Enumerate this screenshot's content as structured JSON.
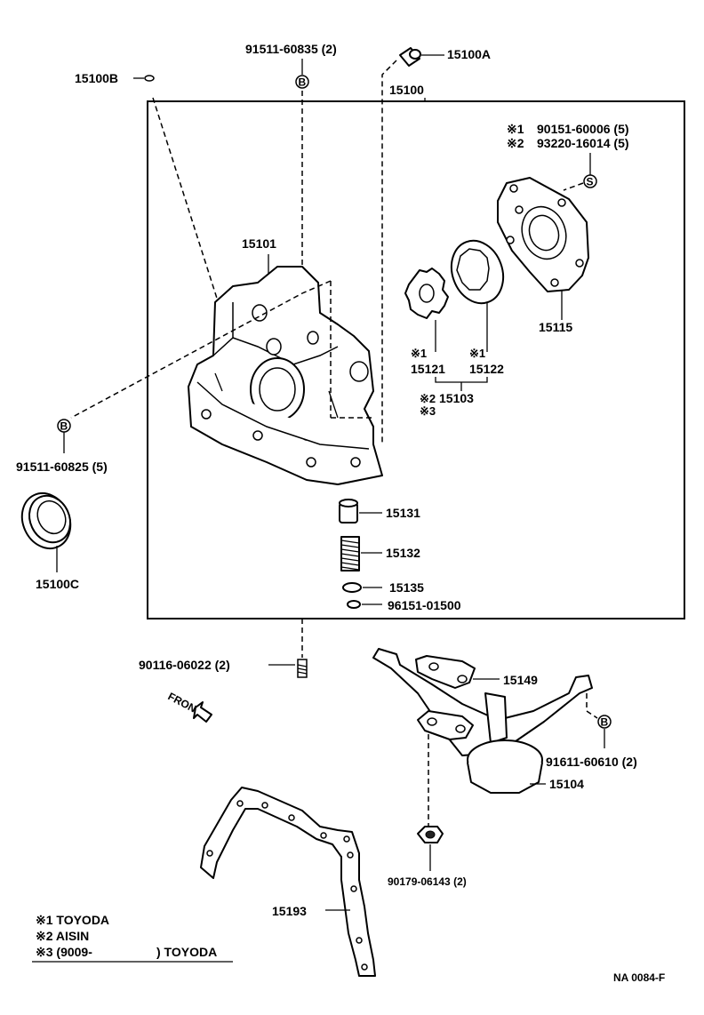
{
  "parts": {
    "p15100": "15100",
    "p15100A": "15100A",
    "p15100B": "15100B",
    "p15100C": "15100C",
    "p15101": "15101",
    "p15103": "15103",
    "p15104": "15104",
    "p15115": "15115",
    "p15121": "15121",
    "p15122": "15122",
    "p15131": "15131",
    "p15132": "15132",
    "p15135": "15135",
    "p15149": "15149",
    "p15193": "15193",
    "p91511_60835": "91511-60835 (2)",
    "p91511_60825": "91511-60825 (5)",
    "p90151_60006": "90151-60006 (5)",
    "p93220_16014": "93220-16014 (5)",
    "p96151_01500": "96151-01500",
    "p90116_06022": "90116-06022 (2)",
    "p91611_60610": "91611-60610 (2)",
    "p90179_06143": "90179-06143 (2)"
  },
  "marks": {
    "m1": "※1",
    "m2": "※2",
    "m3": "※3",
    "b": "B",
    "s": "S"
  },
  "legend": {
    "item1": "※1 TOYODA",
    "item2": "※2 AISIN",
    "item3_start": "※3 (9009-",
    "item3_end": ") TOYODA"
  },
  "front_label": "FRONT",
  "drawing_code": "NA 0084-F"
}
